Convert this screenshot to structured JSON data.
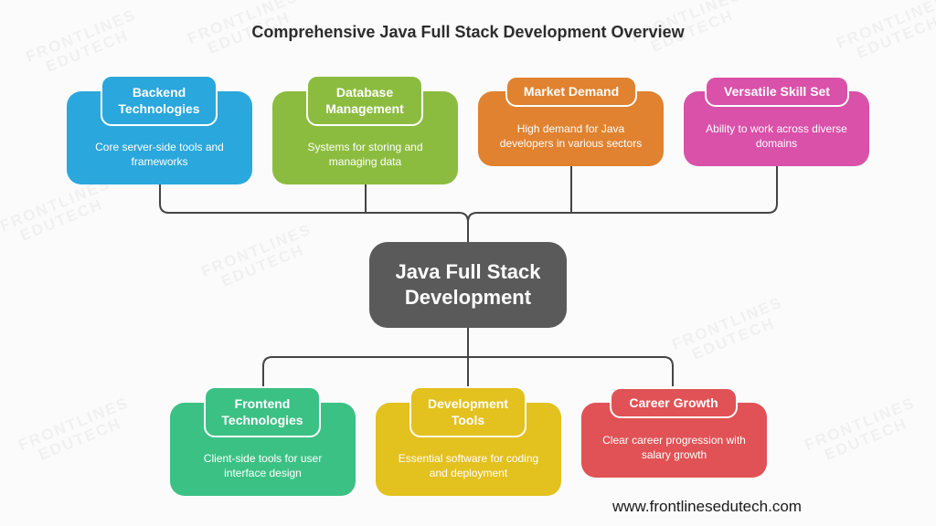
{
  "title": "Comprehensive Java Full Stack Development Overview",
  "center": "Java Full Stack Development",
  "colors": {
    "backend": "#2aa7dc",
    "database": "#8cbc3f",
    "market": "#e0822f",
    "versatile": "#d951a9",
    "frontend": "#3cc185",
    "devtools": "#e3c11f",
    "career": "#e05255",
    "center": "#5a5a5a",
    "connector": "#444444"
  },
  "top_nodes": [
    {
      "title": "Backend Technologies",
      "desc": "Core server-side tools and frameworks"
    },
    {
      "title": "Database Management",
      "desc": "Systems for storing and managing data"
    },
    {
      "title": "Market Demand",
      "desc": "High demand for Java developers in various sectors"
    },
    {
      "title": "Versatile Skill Set",
      "desc": "Ability to work across diverse domains"
    }
  ],
  "bottom_nodes": [
    {
      "title": "Frontend Technologies",
      "desc": "Client-side tools for user interface design"
    },
    {
      "title": "Development Tools",
      "desc": "Essential software for coding and deployment"
    },
    {
      "title": "Career Growth",
      "desc": "Clear career progression with salary growth"
    }
  ],
  "watermark": [
    "FRONTLINES",
    "EDUTECH"
  ],
  "footer_url": "www.frontlinesedutech.com"
}
